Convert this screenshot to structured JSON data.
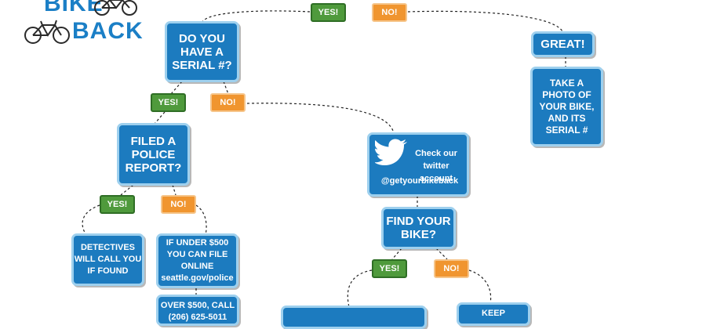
{
  "logo": {
    "line1": "BIKE",
    "line2": "BACK",
    "brand_color": "#1b7fc6",
    "icon": "bicycle-icon"
  },
  "colors": {
    "node_fill": "#1c7bbf",
    "node_border": "#9ed0ee",
    "yes_fill": "#4f9a3c",
    "no_fill": "#f0952f"
  },
  "nodes": {
    "serial": "DO YOU\nHAVE A\nSERIAL #?",
    "great": "GREAT!",
    "photo": "TAKE A\nPHOTO OF\nYOUR BIKE,\nAND ITS\nSERIAL #",
    "police_report": "FILED A\nPOLICE\nREPORT?",
    "twitter_text": "Check our\ntwitter account",
    "twitter_handle": "@getyourbikeback",
    "twitter_icon": "twitter-bird-icon",
    "find_bike": "FIND YOUR\nBIKE?",
    "detectives": "DETECTIVES\nWILL CALL YOU\nIF FOUND",
    "under_500": "IF UNDER $500\nYOU CAN FILE\nONLINE\nseattle.gov/police",
    "over_500": "OVER $500, CALL\n(206) 625-5011",
    "found_partial": "",
    "keep": "KEEP"
  },
  "answers": {
    "yes": "YES!",
    "no": "NO!"
  }
}
